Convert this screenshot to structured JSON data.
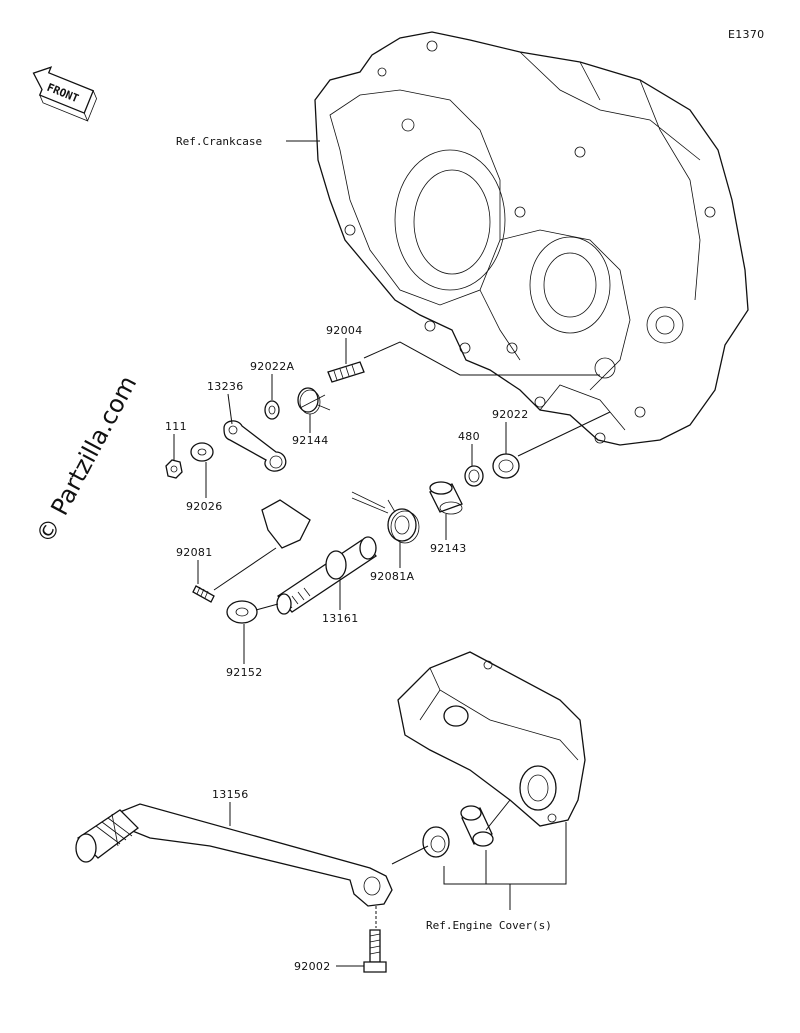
{
  "diagram_code": "E1370",
  "watermark": "© Partzilla.com",
  "front_label": "FRONT",
  "references": {
    "crankcase": "Ref.Crankcase",
    "engine_cover": "Ref.Engine Cover(s)"
  },
  "parts": [
    {
      "id": "p-92004",
      "label": "92004"
    },
    {
      "id": "p-92022A",
      "label": "92022A"
    },
    {
      "id": "p-13236",
      "label": "13236"
    },
    {
      "id": "p-92144",
      "label": "92144"
    },
    {
      "id": "p-111",
      "label": "111"
    },
    {
      "id": "p-92026",
      "label": "92026"
    },
    {
      "id": "p-480",
      "label": "480"
    },
    {
      "id": "p-92022",
      "label": "92022"
    },
    {
      "id": "p-92143",
      "label": "92143"
    },
    {
      "id": "p-92081A",
      "label": "92081A"
    },
    {
      "id": "p-92081",
      "label": "92081"
    },
    {
      "id": "p-13161",
      "label": "13161"
    },
    {
      "id": "p-92152",
      "label": "92152"
    },
    {
      "id": "p-13156",
      "label": "13156"
    },
    {
      "id": "p-92002",
      "label": "92002"
    }
  ]
}
